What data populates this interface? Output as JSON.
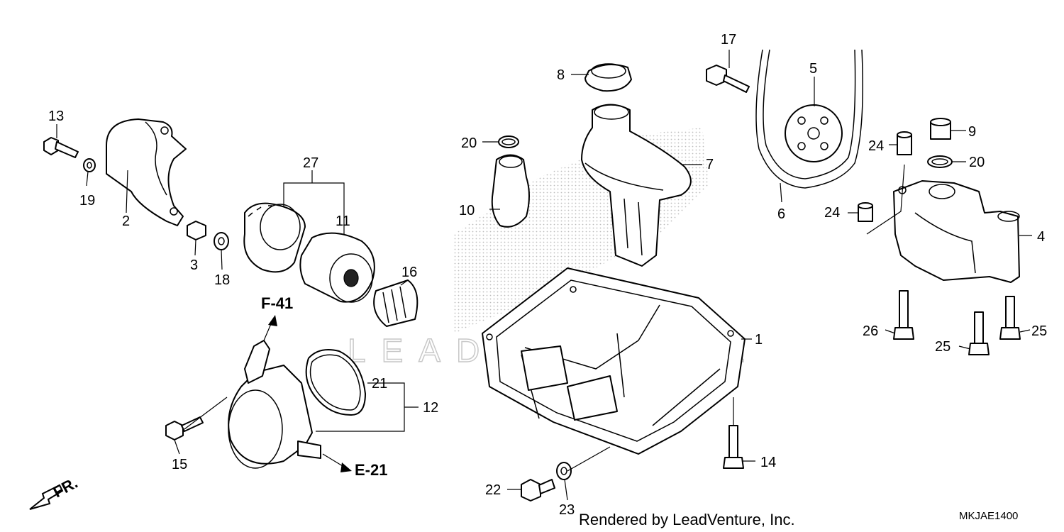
{
  "diagram": {
    "callouts": [
      "1",
      "2",
      "3",
      "4",
      "5",
      "6",
      "7",
      "8",
      "9",
      "10",
      "11",
      "12",
      "13",
      "14",
      "15",
      "16",
      "17",
      "18",
      "19",
      "20",
      "20",
      "21",
      "22",
      "23",
      "24",
      "24",
      "25",
      "25",
      "26",
      "27"
    ],
    "references": {
      "f41": "F-41",
      "e21": "E-21",
      "front": "FR."
    },
    "watermark": "LEADVENTURE",
    "footer": {
      "rendered_by": "Rendered by LeadVenture, Inc.",
      "diagram_code": "MKJAE1400"
    }
  }
}
